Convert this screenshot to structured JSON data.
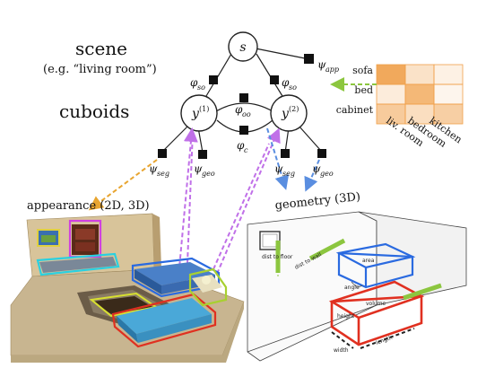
{
  "labels": {
    "scene": "scene",
    "scene_example": "(e.g. “living room”)",
    "cuboids": "cuboids",
    "appearance": "appearance (2D, 3D)",
    "geometry": "geometry (3D)"
  },
  "nodes": {
    "s": "s",
    "y1": "y",
    "y1_sup": "(1)",
    "y2": "y",
    "y2_sup": "(2)"
  },
  "factors": {
    "psi_app": "ψ",
    "psi_app_sub": "app",
    "phi_so_left": "φ",
    "phi_so_left_sub": "so",
    "phi_so_right": "φ",
    "phi_so_right_sub": "so",
    "phi_oo": "φ",
    "phi_oo_sub": "oo",
    "phi_c": "φ",
    "phi_c_sub": "c",
    "psi_seg_left": "ψ",
    "psi_seg_left_sub": "seg",
    "psi_geo_left": "ψ",
    "psi_geo_left_sub": "geo",
    "psi_seg_right": "ψ",
    "psi_seg_right_sub": "seg",
    "psi_geo_right": "ψ",
    "psi_geo_right_sub": "geo"
  },
  "matrix": {
    "rows": [
      "sofa",
      "bed",
      "cabinet"
    ],
    "cols": [
      "liv. room",
      "bedroom",
      "kitchen"
    ],
    "values": [
      [
        0.9,
        0.3,
        0.15
      ],
      [
        0.2,
        0.75,
        0.1
      ],
      [
        0.55,
        0.35,
        0.5
      ]
    ],
    "color": "#f0a04a"
  },
  "geometry_text": {
    "dist_to_floor": "dist to floor",
    "dist_to_wall": "dist to wall",
    "angle": "angle",
    "volume": "volume",
    "height": "height",
    "width": "width",
    "length": "length",
    "area": "area"
  },
  "colors": {
    "appearance_arrow": "#e8a530",
    "purple_arrow": "#c070e8",
    "blue_arrow": "#5a8ee0",
    "green_arrow": "#8cc63f",
    "cuboid_blue": "#2a6ae0",
    "cuboid_red": "#e03020",
    "cuboid_cyan": "#2ad0e0",
    "cuboid_yellow": "#d8e030",
    "cuboid_magenta": "#d040e0"
  }
}
